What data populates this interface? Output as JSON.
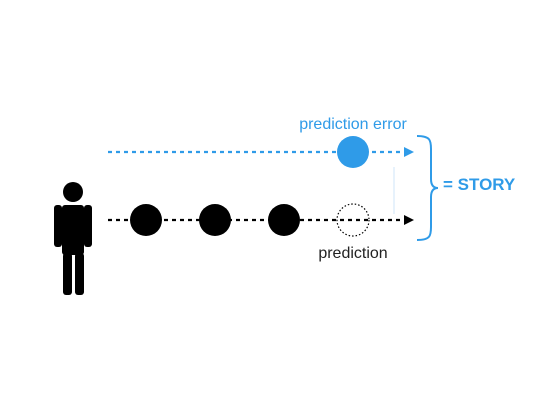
{
  "diagram": {
    "labels": {
      "prediction_error": "prediction error",
      "prediction": "prediction",
      "result": "= STORY"
    },
    "colors": {
      "blue": "#2f9be8",
      "black": "#000000",
      "gray_text": "#222222",
      "vertical_guide": "#cfe6f8"
    },
    "icons": {
      "person": "person-icon",
      "observed_event": "filled-circle-icon",
      "predicted_event": "dashed-circle-icon",
      "error_event": "blue-filled-circle-icon",
      "bracket": "right-bracket-icon"
    },
    "events": {
      "observed_count": 3,
      "predicted_count": 1,
      "error_count": 1
    }
  }
}
